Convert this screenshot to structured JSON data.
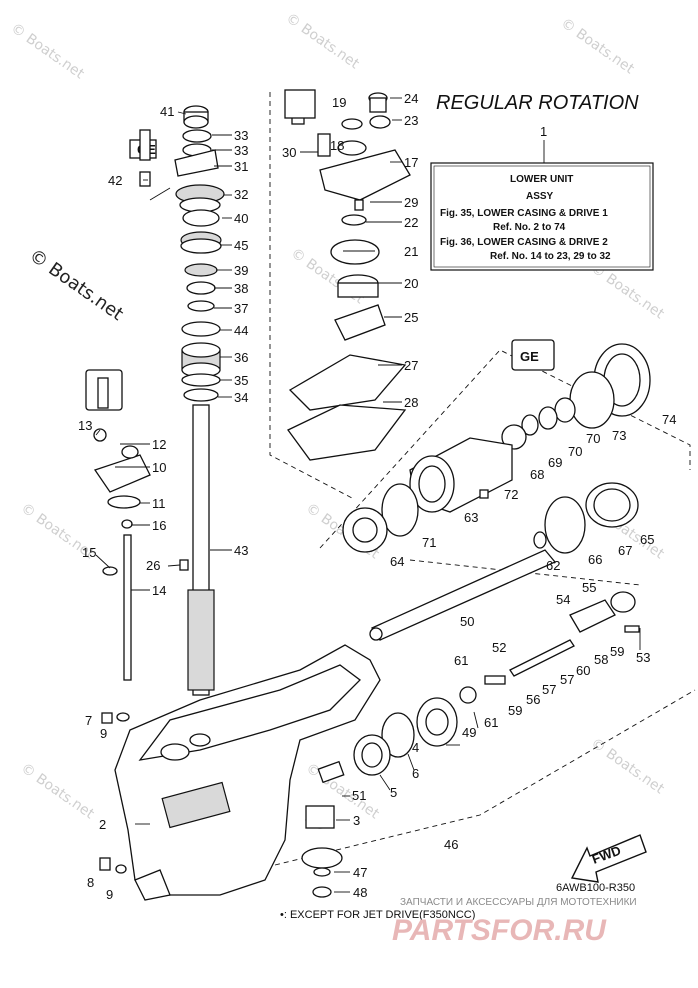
{
  "title": "REGULAR ROTATION",
  "assembly_box": {
    "ref": "1",
    "lines": [
      "LOWER UNIT",
      "ASSY",
      "Fig. 35, LOWER CASING & DRIVE 1",
      "Ref. No. 2 to 74",
      "Fig. 36, LOWER CASING & DRIVE 2",
      "Ref. No. 14 to 23, 29 to 32"
    ]
  },
  "callouts": {
    "n41": "41",
    "n33a": "33",
    "n33b": "33",
    "n31": "31",
    "n42": "42",
    "n32": "32",
    "n40": "40",
    "n45": "45",
    "n39": "39",
    "n38": "38",
    "n37": "37",
    "n44": "44",
    "n36": "36",
    "n35": "35",
    "n34": "34",
    "n13": "13",
    "n12": "12",
    "n10": "10",
    "n11": "11",
    "n16": "16",
    "n15": "15",
    "n26": "26",
    "n14": "14",
    "n43": "43",
    "n19": "19",
    "n24": "24",
    "n23": "23",
    "n30": "30",
    "n18": "18",
    "n17": "17",
    "n29": "29",
    "n22": "22",
    "n21": "21",
    "n20": "20",
    "n25": "25",
    "n27": "27",
    "n28": "28",
    "n74": "74",
    "n73": "73",
    "n70a": "70",
    "n70b": "70",
    "n69": "69",
    "n68": "68",
    "n72": "72",
    "n63": "63",
    "n71": "71",
    "n64": "64",
    "n62": "62",
    "n66": "66",
    "n67": "67",
    "n65": "65",
    "n55": "55",
    "n54": "54",
    "n50": "50",
    "n53": "53",
    "n59a": "59",
    "n58": "58",
    "n52": "52",
    "n61a": "61",
    "n60": "60",
    "n57a": "57",
    "n57b": "57",
    "n56": "56",
    "n59b": "59",
    "n61b": "61",
    "n49": "49",
    "n7": "7",
    "n9a": "9",
    "n4": "4",
    "n6": "6",
    "n5": "5",
    "n51": "51",
    "n2": "2",
    "n3": "3",
    "n46": "46",
    "n47": "47",
    "n48": "48",
    "n8": "8",
    "n9b": "9"
  },
  "watermarks": [
    "© Boats.net",
    "© Boats.net",
    "© Boats.net",
    "© Boats.net",
    "© Boats.net",
    "© Boats.net",
    "© Boats.net",
    "© Boats.net",
    "© Boats.net",
    "© Boats.net",
    "© Boats.net"
  ],
  "side_watermark": "© Boats.net",
  "fwd_label": "FWD",
  "diagram_code": "6AWB100-R350",
  "footnote": "•: EXCEPT FOR JET DRIVE(F350NCC)",
  "dealer_text": "ЗАПЧАСТИ И АКСЕССУАРЫ ДЛЯ МОТОТЕХНИКИ",
  "dealer_brand": "PARTSFOR.RU",
  "colors": {
    "line": "#111111",
    "watermark": "#cfcfcf",
    "brand": "#e8b7b7"
  }
}
